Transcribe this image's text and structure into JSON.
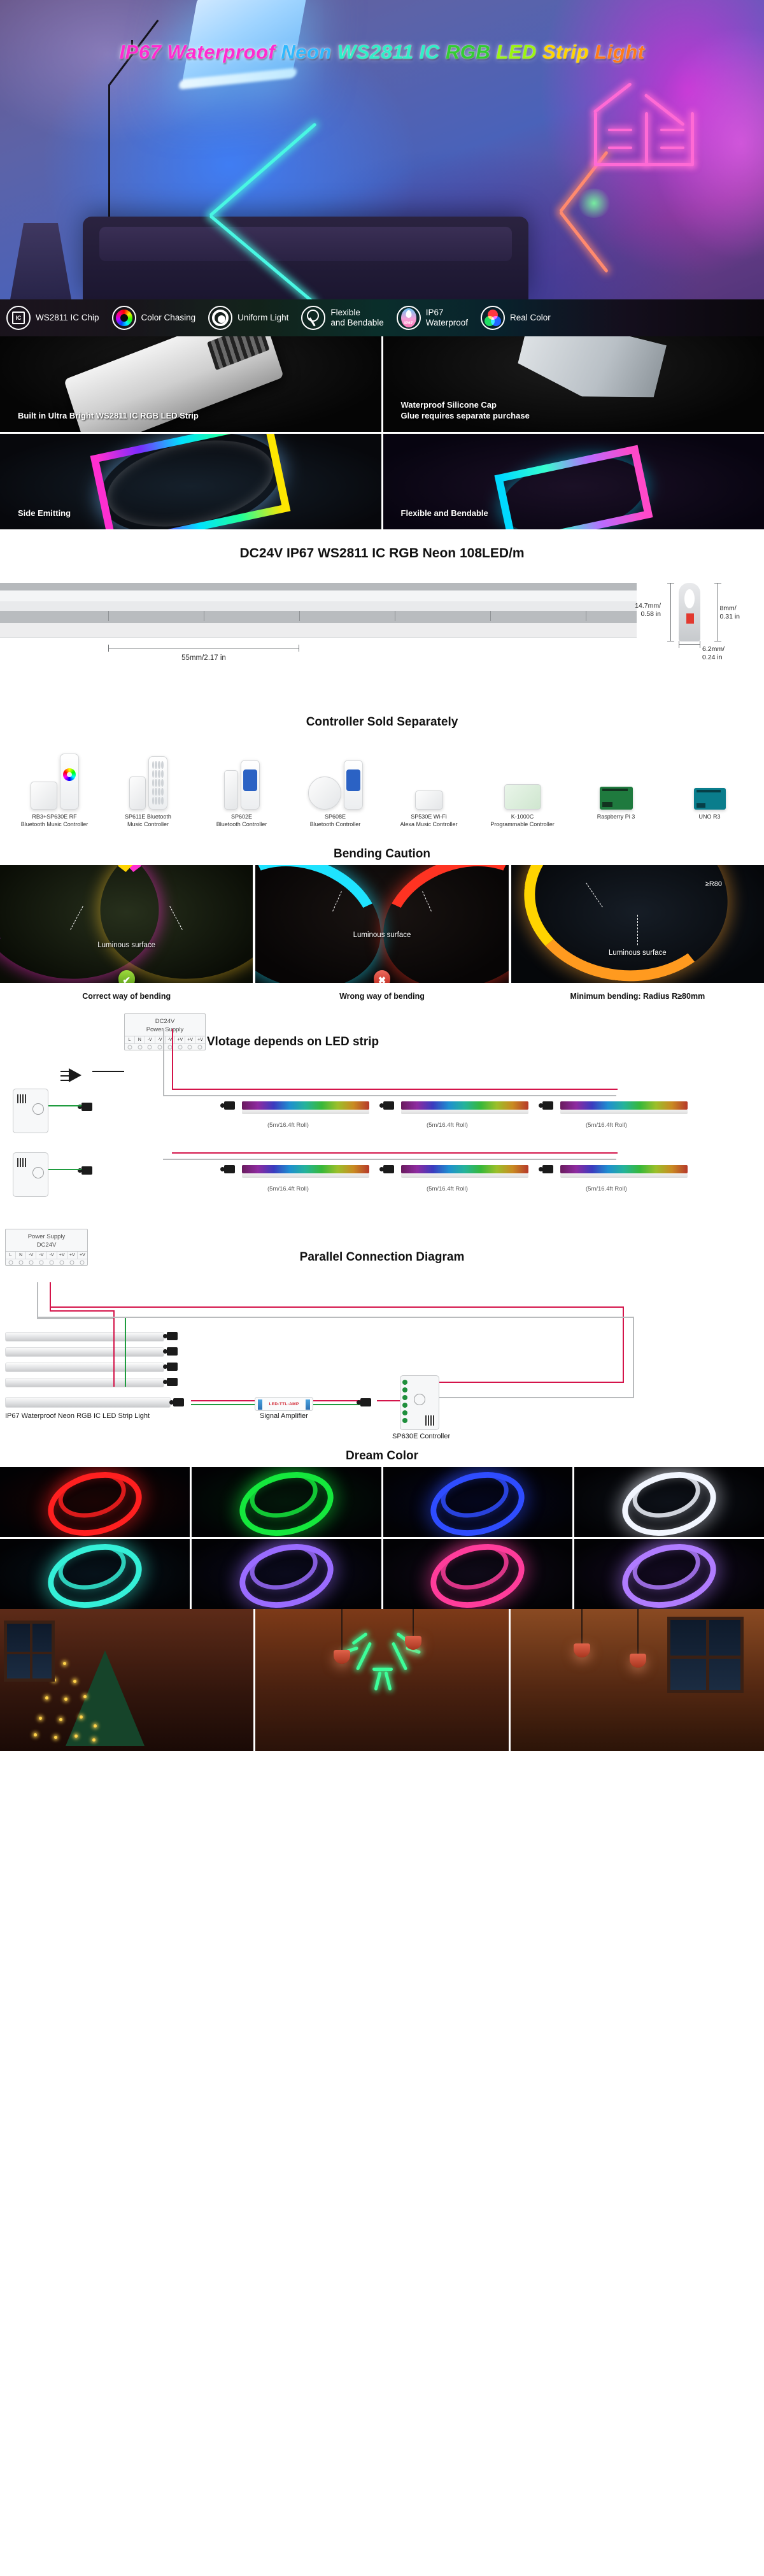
{
  "hero": {
    "title_parts": [
      {
        "text": "IP67",
        "color": "#ff2bd1"
      },
      {
        "text": "Waterproof",
        "color": "#ff2bd1"
      },
      {
        "text": "Neon",
        "color": "#2fb9ff"
      },
      {
        "text": "WS2811",
        "color": "#2ef0c8"
      },
      {
        "text": "IC",
        "color": "#2ef0c8"
      },
      {
        "text": "RGB",
        "color": "#33cc33"
      },
      {
        "text": "LED",
        "color": "#9cf511"
      },
      {
        "text": "Strip",
        "color": "#ffd400"
      },
      {
        "text": "Light",
        "color": "#ff7a1a"
      }
    ]
  },
  "features": [
    {
      "icon": "ws2811-chip-icon",
      "label": "WS2811 IC Chip"
    },
    {
      "icon": "color-wheel-icon",
      "label": "Color Chasing"
    },
    {
      "icon": "uniform-light-icon",
      "label": "Uniform Light"
    },
    {
      "icon": "flexible-bend-icon",
      "label": "Flexible\nand Bendable"
    },
    {
      "icon": "ip67-waterproof-icon",
      "label": "IP67\nWaterproof"
    },
    {
      "icon": "rgb-venn-icon",
      "label": "Real Color"
    }
  ],
  "photo_grid": [
    {
      "caption": "Built in Ultra Bright WS2811 IC RGB LED Strip",
      "kind": "strip"
    },
    {
      "caption": "Waterproof Silicone Cap\nGlue requires separate purchase",
      "kind": "cap"
    },
    {
      "caption": "Side Emitting",
      "kind": "neon-a"
    },
    {
      "caption": "Flexible and Bendable",
      "kind": "neon-b"
    }
  ],
  "spec": {
    "title": "DC24V IP67 WS2811 IC RGB Neon 108LED/m",
    "length_label": "55mm/2.17 in",
    "height_label": "14.7mm/\n0.58 in",
    "width_label": "8mm/\n0.31 in",
    "depth_label": "6.2mm/\n0.24 in"
  },
  "controllers": {
    "title": "Controller Sold Separately",
    "items": [
      {
        "name": "RB3+SP630E RF\nBluetooth Music Controller"
      },
      {
        "name": "SP611E Bluetooth\nMusic Controller"
      },
      {
        "name": "SP602E\nBluetooth Controller"
      },
      {
        "name": "SP608E\nBluetooth Controller"
      },
      {
        "name": "SP530E Wi-Fi\nAlexa Music Controller"
      },
      {
        "name": "K-1000C\nProgrammable Controller"
      },
      {
        "name": "Raspberry Pi 3"
      },
      {
        "name": "UNO R3"
      }
    ]
  },
  "bending": {
    "title": "Bending Caution",
    "panels": [
      {
        "caption": "Correct way of bending",
        "annotation": "Luminous surface",
        "badge": "✔",
        "badge_kind": "ok"
      },
      {
        "caption": "Wrong way of bending",
        "annotation": "Luminous surface",
        "badge": "✖",
        "badge_kind": "no"
      },
      {
        "caption": "Minimum bending: Radius R≥80mm",
        "annotation": "Luminous surface",
        "radius_note": "≥R80"
      }
    ]
  },
  "wiring": {
    "title": "Vlotage depends on LED strip",
    "psu_label": "DC24V\nPower Supply",
    "terminals": [
      "L",
      "N",
      "-V",
      "-V",
      "-V",
      "+V",
      "+V",
      "+V"
    ],
    "roll_label": "(5m/16.4ft Roll)",
    "rows": 2,
    "rolls_per_row": 3
  },
  "parallel": {
    "title": "Parallel Connection Diagram",
    "psu_label": "Power Supply\nDC24V",
    "terminals": [
      "L",
      "N",
      "-V",
      "-V",
      "-V",
      "+V",
      "+V",
      "+V"
    ],
    "strip_label": "IP67 Waterproof Neon RGB IC LED Strip Light",
    "amplifier_label": "Signal Amplifier",
    "amplifier_print": "LED-TTL-AMP",
    "controller_label": "SP630E Controller"
  },
  "dream_color": {
    "title": "Dream Color",
    "swatches": [
      {
        "name": "red",
        "color": "#ff2020",
        "bg": "#1a0404"
      },
      {
        "name": "green",
        "color": "#15e83d",
        "bg": "#03170a"
      },
      {
        "name": "blue",
        "color": "#2f4dff",
        "bg": "#04061c"
      },
      {
        "name": "white",
        "color": "#f2f6ff",
        "bg": "#0d1118"
      },
      {
        "name": "rainbow-cyan",
        "color": "#35f0d8",
        "bg": "#06121a"
      },
      {
        "name": "rainbow-violet",
        "color": "#9a6cff",
        "bg": "#0a0a1c"
      },
      {
        "name": "pink-white",
        "color": "#ff3d9b",
        "bg": "#0f0a18"
      },
      {
        "name": "purple-white",
        "color": "#b07cff",
        "bg": "#120a20"
      }
    ]
  },
  "lifestyle": {
    "scenes": [
      {
        "name": "christmas-tree-scene"
      },
      {
        "name": "reindeer-neon-scene"
      },
      {
        "name": "dining-room-scene"
      }
    ]
  }
}
